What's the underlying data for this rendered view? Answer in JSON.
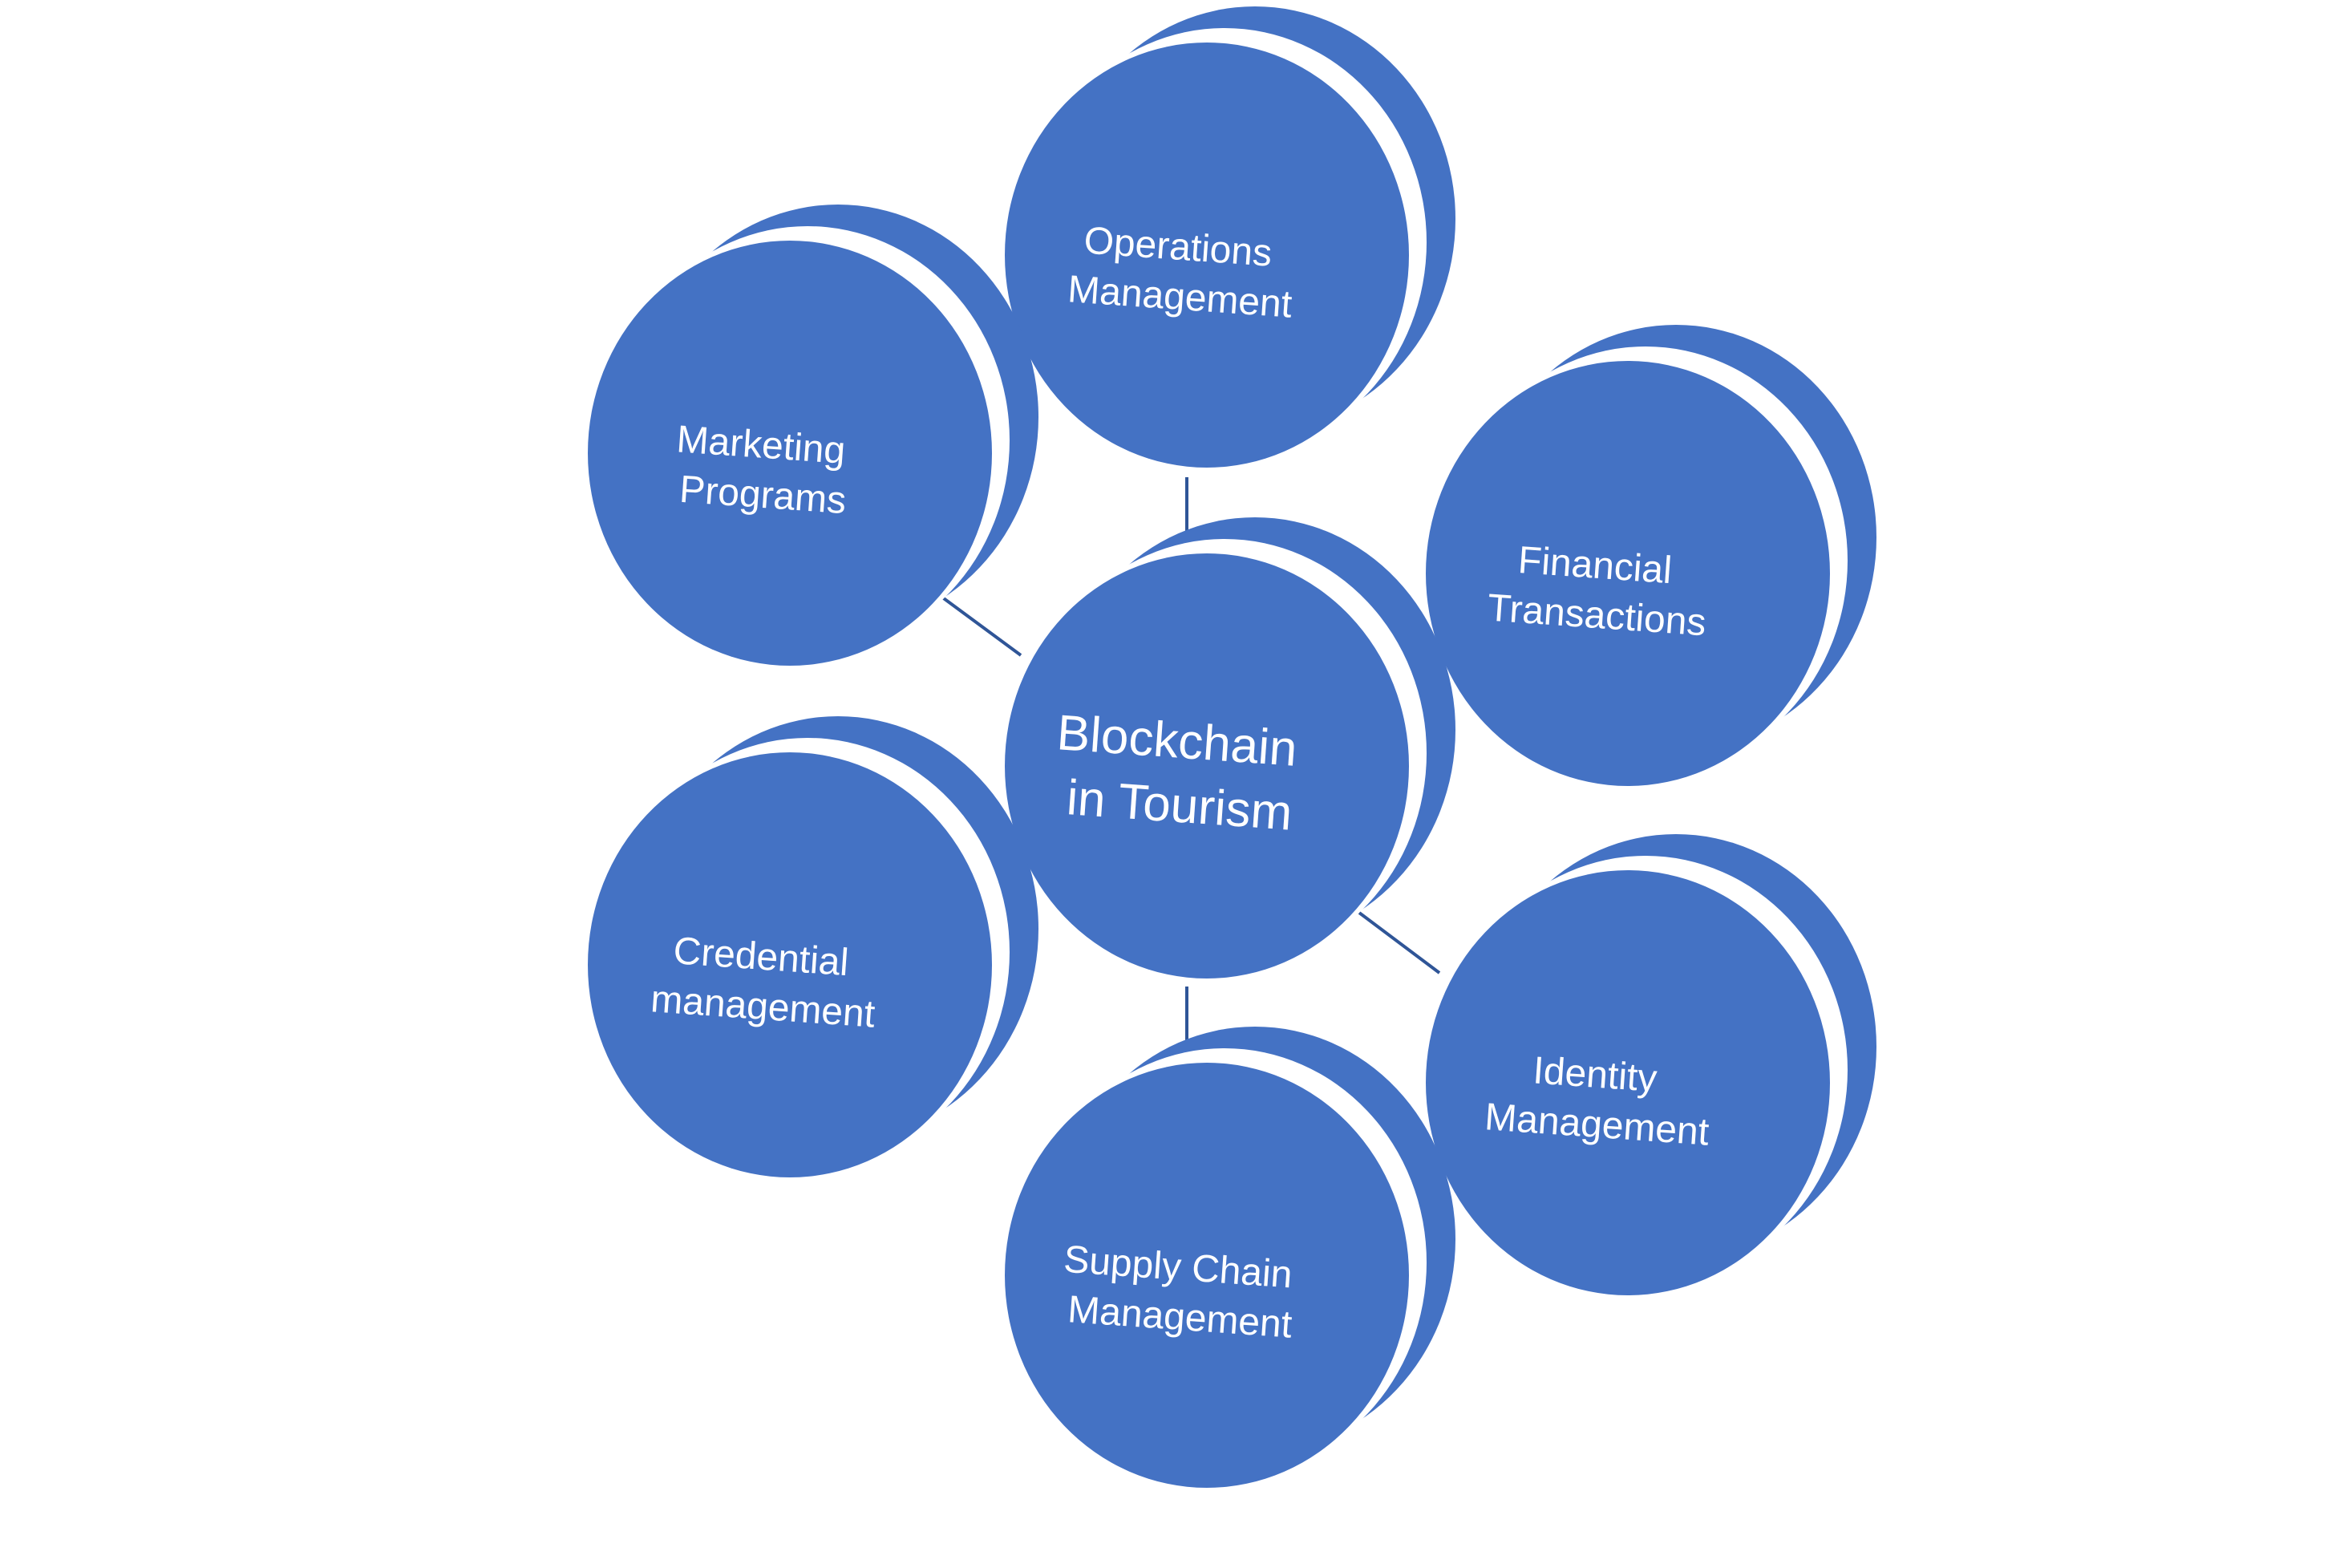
{
  "diagram": {
    "center": {
      "line1": "Blockchain",
      "line2": "in Tourism"
    },
    "nodes": [
      {
        "id": "operations",
        "line1": "Operations",
        "line2": "Management"
      },
      {
        "id": "financial",
        "line1": "Financial",
        "line2": "Transactions"
      },
      {
        "id": "identity",
        "line1": "Identity",
        "line2": "Management"
      },
      {
        "id": "supply-chain",
        "line1": "Supply Chain",
        "line2": "Management"
      },
      {
        "id": "credential",
        "line1": "Credential",
        "line2": "management"
      },
      {
        "id": "marketing",
        "line1": "Marketing",
        "line2": "Programs"
      }
    ],
    "colors": {
      "node_fill": "#4472C4",
      "node_ring": "#ffffff",
      "connector": "#2F5597",
      "text": "#ffffff",
      "background": "#ffffff"
    }
  }
}
